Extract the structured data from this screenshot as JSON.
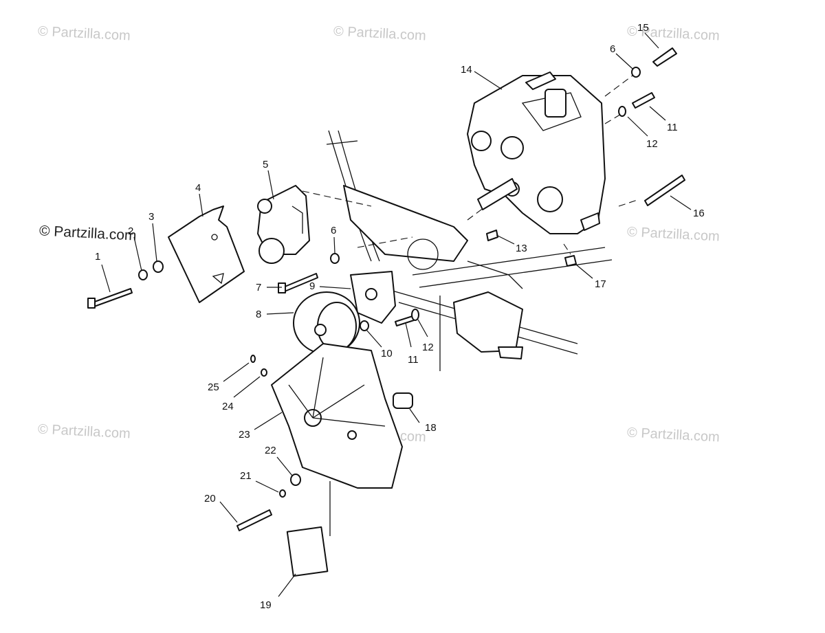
{
  "watermarks": [
    {
      "id": "wm1",
      "text": "© Partzilla.com"
    },
    {
      "id": "wm2",
      "text": "© Partzilla.com"
    },
    {
      "id": "wm3",
      "text": "© Partzilla.com"
    },
    {
      "id": "wm4",
      "text": "© Partzilla.com"
    },
    {
      "id": "wm5",
      "text": "© Partzilla.com"
    },
    {
      "id": "wm6",
      "text": "© Partzilla.com"
    },
    {
      "id": "wm7",
      "text": "© Partzilla.com"
    },
    {
      "id": "wm8",
      "text": "© Partzilla.com"
    }
  ],
  "callouts": [
    {
      "num": "1"
    },
    {
      "num": "2"
    },
    {
      "num": "3"
    },
    {
      "num": "4"
    },
    {
      "num": "5"
    },
    {
      "num": "6"
    },
    {
      "num": "6"
    },
    {
      "num": "7"
    },
    {
      "num": "8"
    },
    {
      "num": "9"
    },
    {
      "num": "10"
    },
    {
      "num": "11"
    },
    {
      "num": "11"
    },
    {
      "num": "12"
    },
    {
      "num": "12"
    },
    {
      "num": "13"
    },
    {
      "num": "14"
    },
    {
      "num": "15"
    },
    {
      "num": "16"
    },
    {
      "num": "17"
    },
    {
      "num": "18"
    },
    {
      "num": "19"
    },
    {
      "num": "20"
    },
    {
      "num": "21"
    },
    {
      "num": "22"
    },
    {
      "num": "23"
    },
    {
      "num": "24"
    },
    {
      "num": "25"
    }
  ]
}
